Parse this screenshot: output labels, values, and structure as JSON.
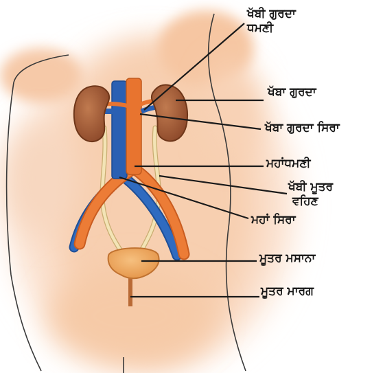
{
  "labels": {
    "left_renal_artery": [
      "ਖੱਬੀ ਗੁਰਦਾ",
      "ਧਮਣੀ"
    ],
    "left_kidney": "ਖੱਬਾ ਗੁਰਦਾ",
    "left_renal_vein": "ਖੱਬਾ ਗੁਰਦਾ ਸਿਰਾ",
    "aorta": "ਮਹਾਂਧਮਣੀ",
    "left_ureter": [
      "ਖੱਬੀ ਮੂਤਰ",
      "ਵਹਿਣ"
    ],
    "vena_cava": "ਮਹਾਂ ਸਿਰਾ",
    "urinary_bladder": "ਮੂਤਰ ਮਸਾਨਾ",
    "urethra": "ਮੂਤਰ ਮਾਰਗ"
  },
  "colors": {
    "skin": "#f6c7a5",
    "skin_light": "#fbe3d2",
    "kidney": "#a9603a",
    "artery": "#e5732f",
    "vein": "#2d66b8",
    "ureter": "#f1dfb0",
    "bladder": "#f0a85e",
    "leader": "#1a1a1a"
  }
}
